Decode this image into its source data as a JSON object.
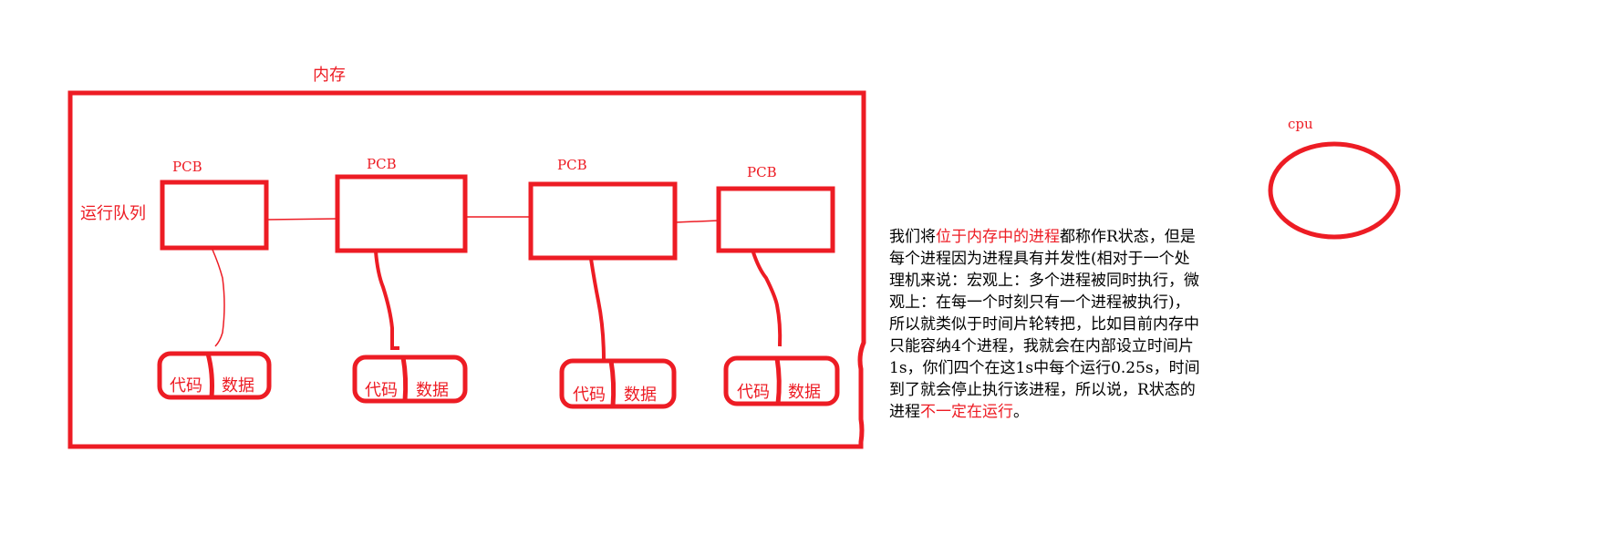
{
  "diagram": {
    "memory": {
      "label": "内存"
    },
    "run_queue": {
      "label": "运行队列"
    },
    "pcbs": [
      {
        "label": "PCB",
        "code": "代码",
        "data": "数据"
      },
      {
        "label": "PCB",
        "code": "代码",
        "data": "数据"
      },
      {
        "label": "PCB",
        "code": "代码",
        "data": "数据"
      },
      {
        "label": "PCB",
        "code": "代码",
        "data": "数据"
      }
    ],
    "cpu": {
      "label": "cpu"
    },
    "colors": {
      "stroke": "#ed1c24",
      "text": "#000000",
      "highlight": "#ed1c24"
    }
  },
  "description": {
    "lines": [
      [
        {
          "t": "我们将",
          "hl": false
        },
        {
          "t": "位于内存中的进程",
          "hl": true
        },
        {
          "t": "都称作R状态，但是",
          "hl": false
        }
      ],
      [
        {
          "t": "每个进程因为进程具有并发性(相对于一个处",
          "hl": false
        }
      ],
      [
        {
          "t": "理机来说：宏观上：多个进程被同时执行，微",
          "hl": false
        }
      ],
      [
        {
          "t": "观上：在每一个时刻只有一个进程被执行)，",
          "hl": false
        }
      ],
      [
        {
          "t": "所以就类似于时间片轮转把，比如目前内存中",
          "hl": false
        }
      ],
      [
        {
          "t": "只能容纳4个进程，我就会在内部设立时间片",
          "hl": false
        }
      ],
      [
        {
          "t": "1s，你们四个在这1s中每个运行0.25s，时间",
          "hl": false
        }
      ],
      [
        {
          "t": "到了就会停止执行该进程，所以说，R状态的",
          "hl": false
        }
      ],
      [
        {
          "t": "进程",
          "hl": false
        },
        {
          "t": "不一定在运行",
          "hl": true
        },
        {
          "t": "。",
          "hl": false
        }
      ]
    ],
    "l0a": "我们将",
    "l0b": "位于内存中的进程",
    "l0c": "都称作R状态，但是",
    "l1": "每个进程因为进程具有并发性(相对于一个处",
    "l2": "理机来说：宏观上：多个进程被同时执行，微",
    "l3": "观上：在每一个时刻只有一个进程被执行)，",
    "l4": "所以就类似于时间片轮转把，比如目前内存中",
    "l5": "只能容纳4个进程，我就会在内部设立时间片",
    "l6": "1s，你们四个在这1s中每个运行0.25s，时间",
    "l7": "到了就会停止执行该进程，所以说，R状态的",
    "l8a": "进程",
    "l8b": "不一定在运行",
    "l8c": "。"
  }
}
